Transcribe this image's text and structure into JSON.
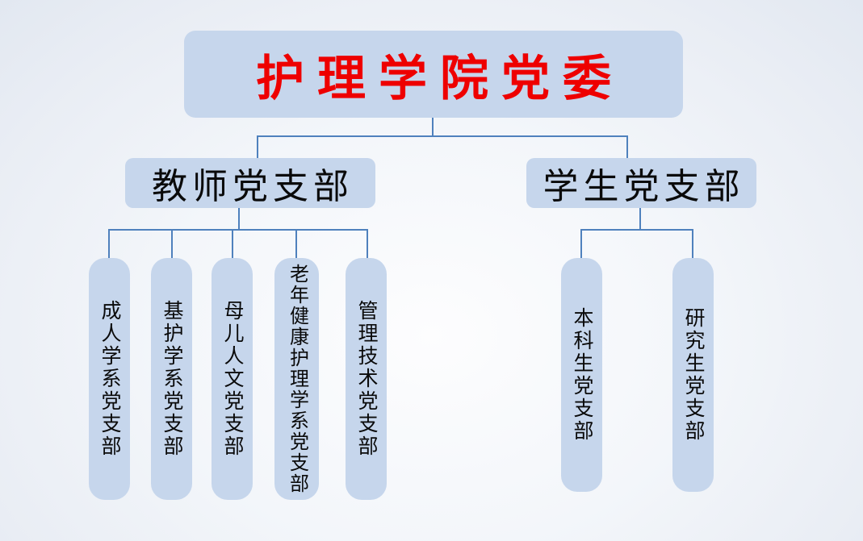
{
  "org": {
    "root": {
      "label": "护理学院党委"
    },
    "branches": [
      {
        "label": "教师党支部",
        "children": [
          "成人学系党支部",
          "基护学系党支部",
          "母儿人文党支部",
          "老年健康护理学系党支部",
          "管理技术党支部"
        ]
      },
      {
        "label": "学生党支部",
        "children": [
          "本科生党支部",
          "研究生党支部"
        ]
      }
    ],
    "colors": {
      "box_fill": "#c6d6ec",
      "connector_line": "#4f81bd",
      "root_text": "#ee0000",
      "branch_text": "#0a0a0a",
      "background": "#eef2f8"
    }
  }
}
